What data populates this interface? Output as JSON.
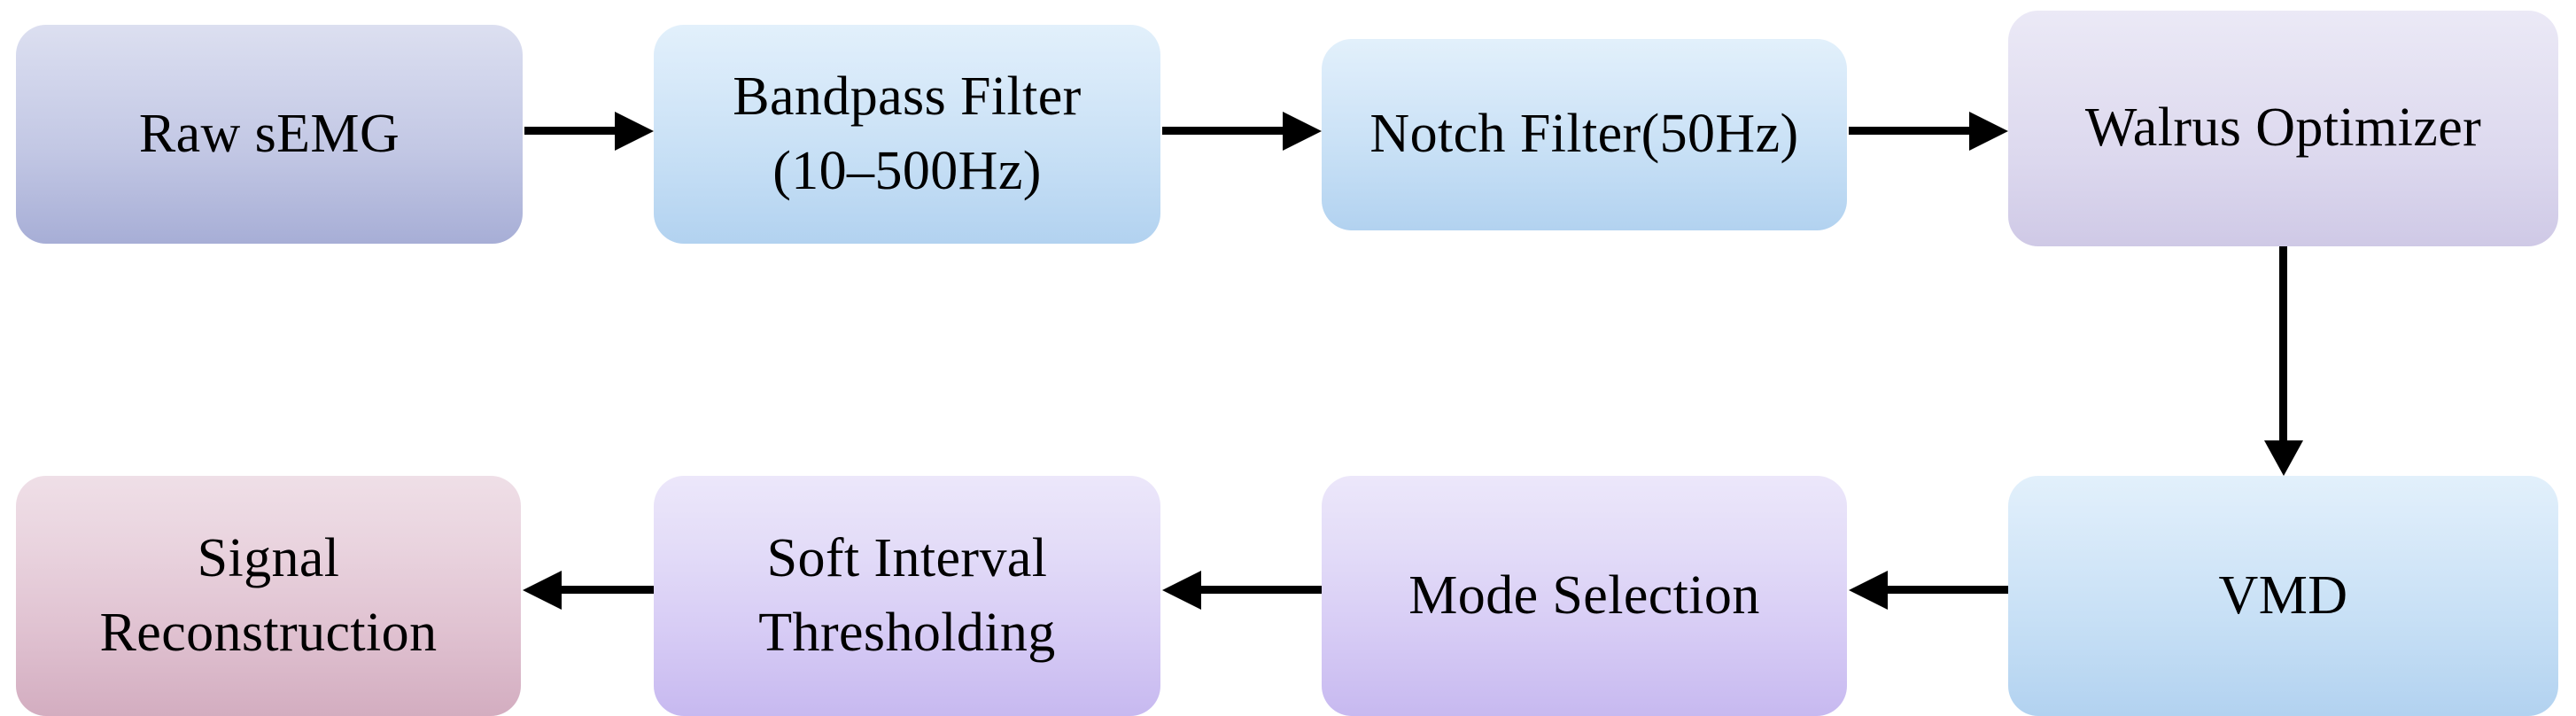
{
  "diagram": {
    "title": "sEMG signal denoising pipeline flowchart",
    "type": "flowchart",
    "background_color": "#ffffff",
    "arrow_color": "#000000",
    "nodes": [
      {
        "id": "raw-semg",
        "label": "Raw sEMG",
        "lines": [
          "Raw sEMG"
        ],
        "row": "top",
        "order": 1,
        "fill_style": "fill-raw",
        "color_top": "#dcdff0",
        "color_bottom": "#a7aed6"
      },
      {
        "id": "bandpass-filter",
        "label": "Bandpass Filter (10–500Hz)",
        "lines": [
          "Bandpass Filter",
          "(10–500Hz)"
        ],
        "row": "top",
        "order": 2,
        "fill_style": "fill-blue",
        "color_top": "#e2f0fb",
        "color_bottom": "#b2d2f0"
      },
      {
        "id": "notch-filter",
        "label": "Notch Filter(50Hz)",
        "lines": [
          "Notch Filter(50Hz)"
        ],
        "row": "top",
        "order": 3,
        "fill_style": "fill-blue",
        "color_top": "#e2f0fb",
        "color_bottom": "#b2d2f0"
      },
      {
        "id": "walrus-optimizer",
        "label": "Walrus Optimizer",
        "lines": [
          "Walrus Optimizer"
        ],
        "row": "top",
        "order": 4,
        "fill_style": "fill-lavender",
        "color_top": "#ebe9f6",
        "color_bottom": "#cfc9e6"
      },
      {
        "id": "vmd",
        "label": "VMD",
        "lines": [
          "VMD"
        ],
        "row": "bottom",
        "order": 5,
        "fill_style": "fill-blue",
        "color_top": "#e2f0fb",
        "color_bottom": "#b2d2f0"
      },
      {
        "id": "mode-selection",
        "label": "Mode Selection",
        "lines": [
          "Mode Selection"
        ],
        "row": "bottom",
        "order": 6,
        "fill_style": "fill-purple",
        "color_top": "#ece7fa",
        "color_bottom": "#c7b9f0"
      },
      {
        "id": "soft-interval-thresholding",
        "label": "Soft Interval Thresholding",
        "lines": [
          "Soft Interval",
          "Thresholding"
        ],
        "row": "bottom",
        "order": 7,
        "fill_style": "fill-purple",
        "color_top": "#ece7fa",
        "color_bottom": "#c7b9f0"
      },
      {
        "id": "signal-reconstruction",
        "label": "Signal Reconstruction",
        "lines": [
          "Signal",
          "Reconstruction"
        ],
        "row": "bottom",
        "order": 8,
        "fill_style": "fill-pink",
        "color_top": "#efdfe7",
        "color_bottom": "#d3adc0"
      }
    ],
    "edges": [
      {
        "id": "edge-raw-to-bandpass",
        "from": "raw-semg",
        "to": "bandpass-filter",
        "direction": "right"
      },
      {
        "id": "edge-bandpass-to-notch",
        "from": "bandpass-filter",
        "to": "notch-filter",
        "direction": "right"
      },
      {
        "id": "edge-notch-to-walrus",
        "from": "notch-filter",
        "to": "walrus-optimizer",
        "direction": "right"
      },
      {
        "id": "edge-walrus-to-vmd",
        "from": "walrus-optimizer",
        "to": "vmd",
        "direction": "down"
      },
      {
        "id": "edge-vmd-to-mode",
        "from": "vmd",
        "to": "mode-selection",
        "direction": "left"
      },
      {
        "id": "edge-mode-to-soft",
        "from": "mode-selection",
        "to": "soft-interval-thresholding",
        "direction": "left"
      },
      {
        "id": "edge-soft-to-signal",
        "from": "soft-interval-thresholding",
        "to": "signal-reconstruction",
        "direction": "left"
      }
    ]
  }
}
